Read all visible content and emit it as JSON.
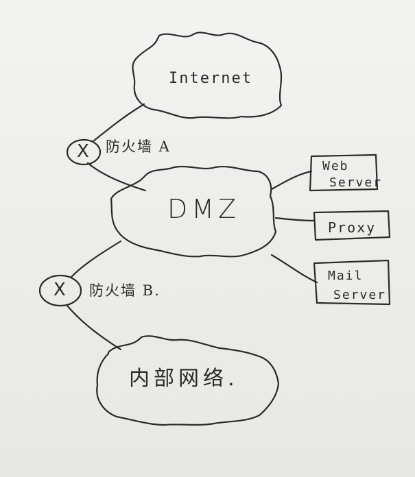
{
  "clouds": {
    "internet": "Internet",
    "dmz": "DMZ",
    "internal": "内部网络."
  },
  "firewalls": {
    "a": {
      "mark": "X",
      "label": "防火墙 A"
    },
    "b": {
      "mark": "X",
      "label": "防火墙 B."
    }
  },
  "servers": {
    "web": [
      "Web",
      "Server"
    ],
    "proxy": [
      "Proxy"
    ],
    "mail": [
      "Mail",
      "Server"
    ]
  }
}
